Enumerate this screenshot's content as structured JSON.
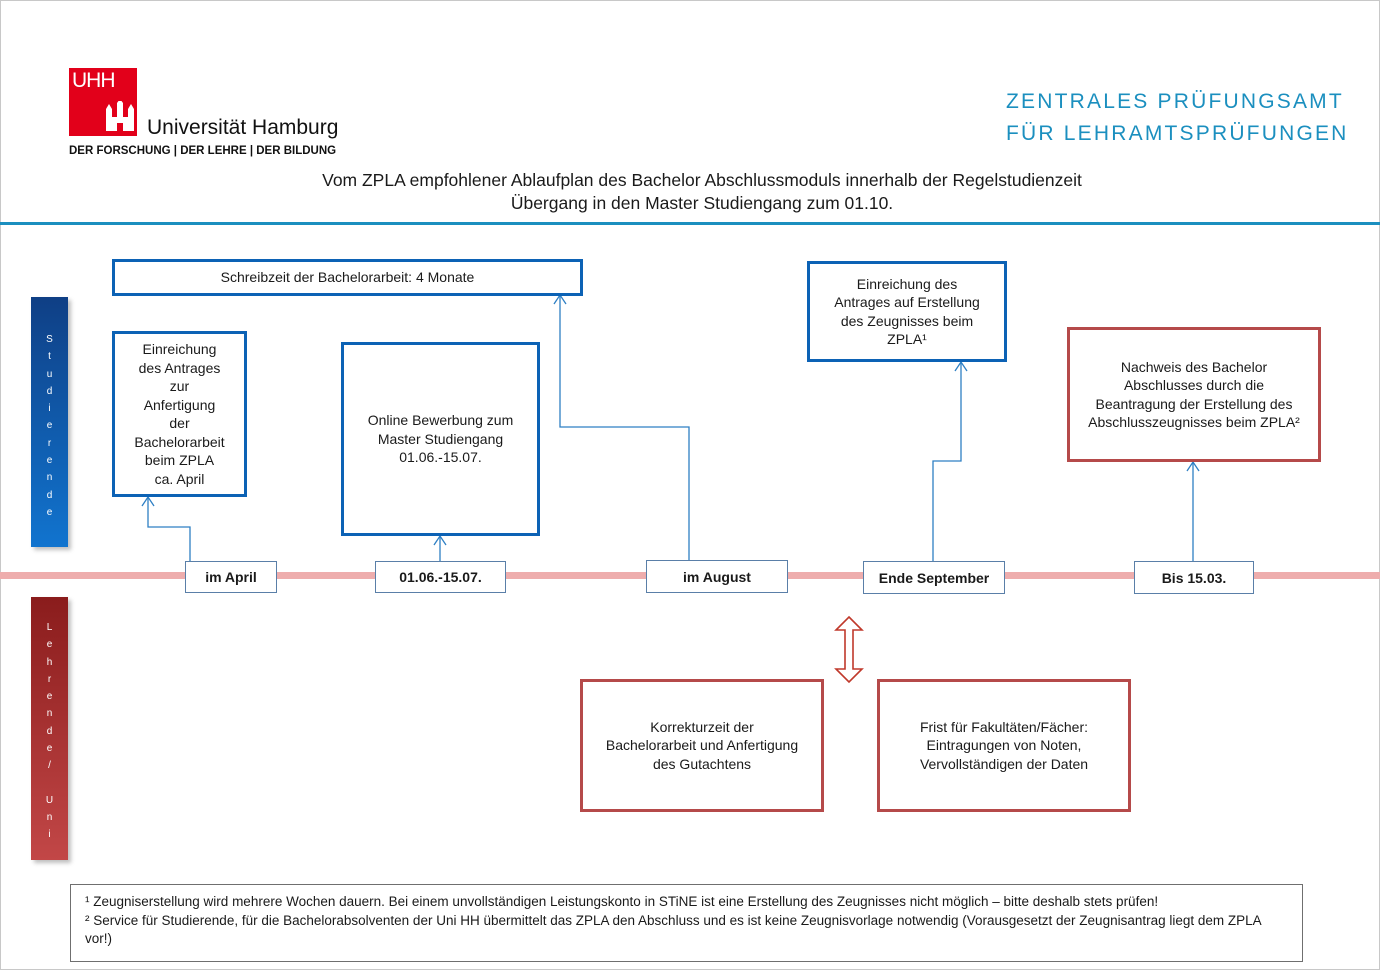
{
  "header": {
    "logo_mark": "UHH",
    "university_name": "Universität Hamburg",
    "tagline": "DER FORSCHUNG  |  DER LEHRE  |  DER BILDUNG",
    "office_line1": "ZENTRALES PRÜFUNGSAMT",
    "office_line2": "FÜR LEHRAMTSPRÜFUNGEN",
    "title_line1": "Vom ZPLA empfohlener Ablaufplan des Bachelor Abschlussmoduls innerhalb der Regelstudienzeit",
    "title_line2": "Übergang in den Master Studiengang zum 01.10."
  },
  "lanes": {
    "students": [
      "S",
      "t",
      "u",
      "d",
      "i",
      "e",
      "r",
      "e",
      "n",
      "d",
      "e"
    ],
    "faculty": [
      "L",
      "e",
      "h",
      "r",
      "e",
      "n",
      "d",
      "e",
      "/",
      "U",
      "n",
      "i"
    ]
  },
  "colors": {
    "accent_blue": "#1b8fbf",
    "box_blue": "#0c62b5",
    "box_red": "#b54a4a",
    "timeline": "#eeadad",
    "logo_red": "#e2001a"
  },
  "boxes": {
    "schreibzeit": "Schreibzeit der Bachelorarbeit: 4 Monate",
    "antrag_arbeit": "Einreichung\ndes Antrages\nzur\nAnfertigung\nder\nBachelorarbeit\nbeim ZPLA\nca.  April",
    "bewerbung": "Online Bewerbung zum\nMaster Studiengang\n01.06.-15.07.",
    "antrag_zeugnis": "Einreichung des\nAntrages auf Erstellung\ndes Zeugnisses beim\nZPLA¹",
    "nachweis": "Nachweis des Bachelor\nAbschlusses durch die\nBeantragung der Erstellung des\nAbschlusszeugnisses beim ZPLA²",
    "korrektur": "Korrekturzeit der\nBachelorarbeit und Anfertigung\ndes Gutachtens",
    "frist": "Frist für Fakultäten/Fächer:\nEintragungen von Noten,\nVervollständigen der Daten"
  },
  "timeline_labels": {
    "april": "im April",
    "bewerbung": "01.06.-15.07.",
    "august": "im August",
    "september": "Ende September",
    "maerz": "Bis 15.03."
  },
  "footnotes": {
    "note1": "¹  Zeugniserstellung wird mehrere Wochen dauern. Bei einem unvollständigen Leistungskonto in STiNE ist eine Erstellung des Zeugnisses nicht möglich – bitte deshalb stets prüfen!",
    "note2": "² Service für Studierende, für die Bachelorabsolventen der Uni HH übermittelt das ZPLA den Abschluss und es ist keine Zeugnisvorlage notwendig (Vorausgesetzt der Zeugnisantrag liegt dem ZPLA vor!)"
  }
}
